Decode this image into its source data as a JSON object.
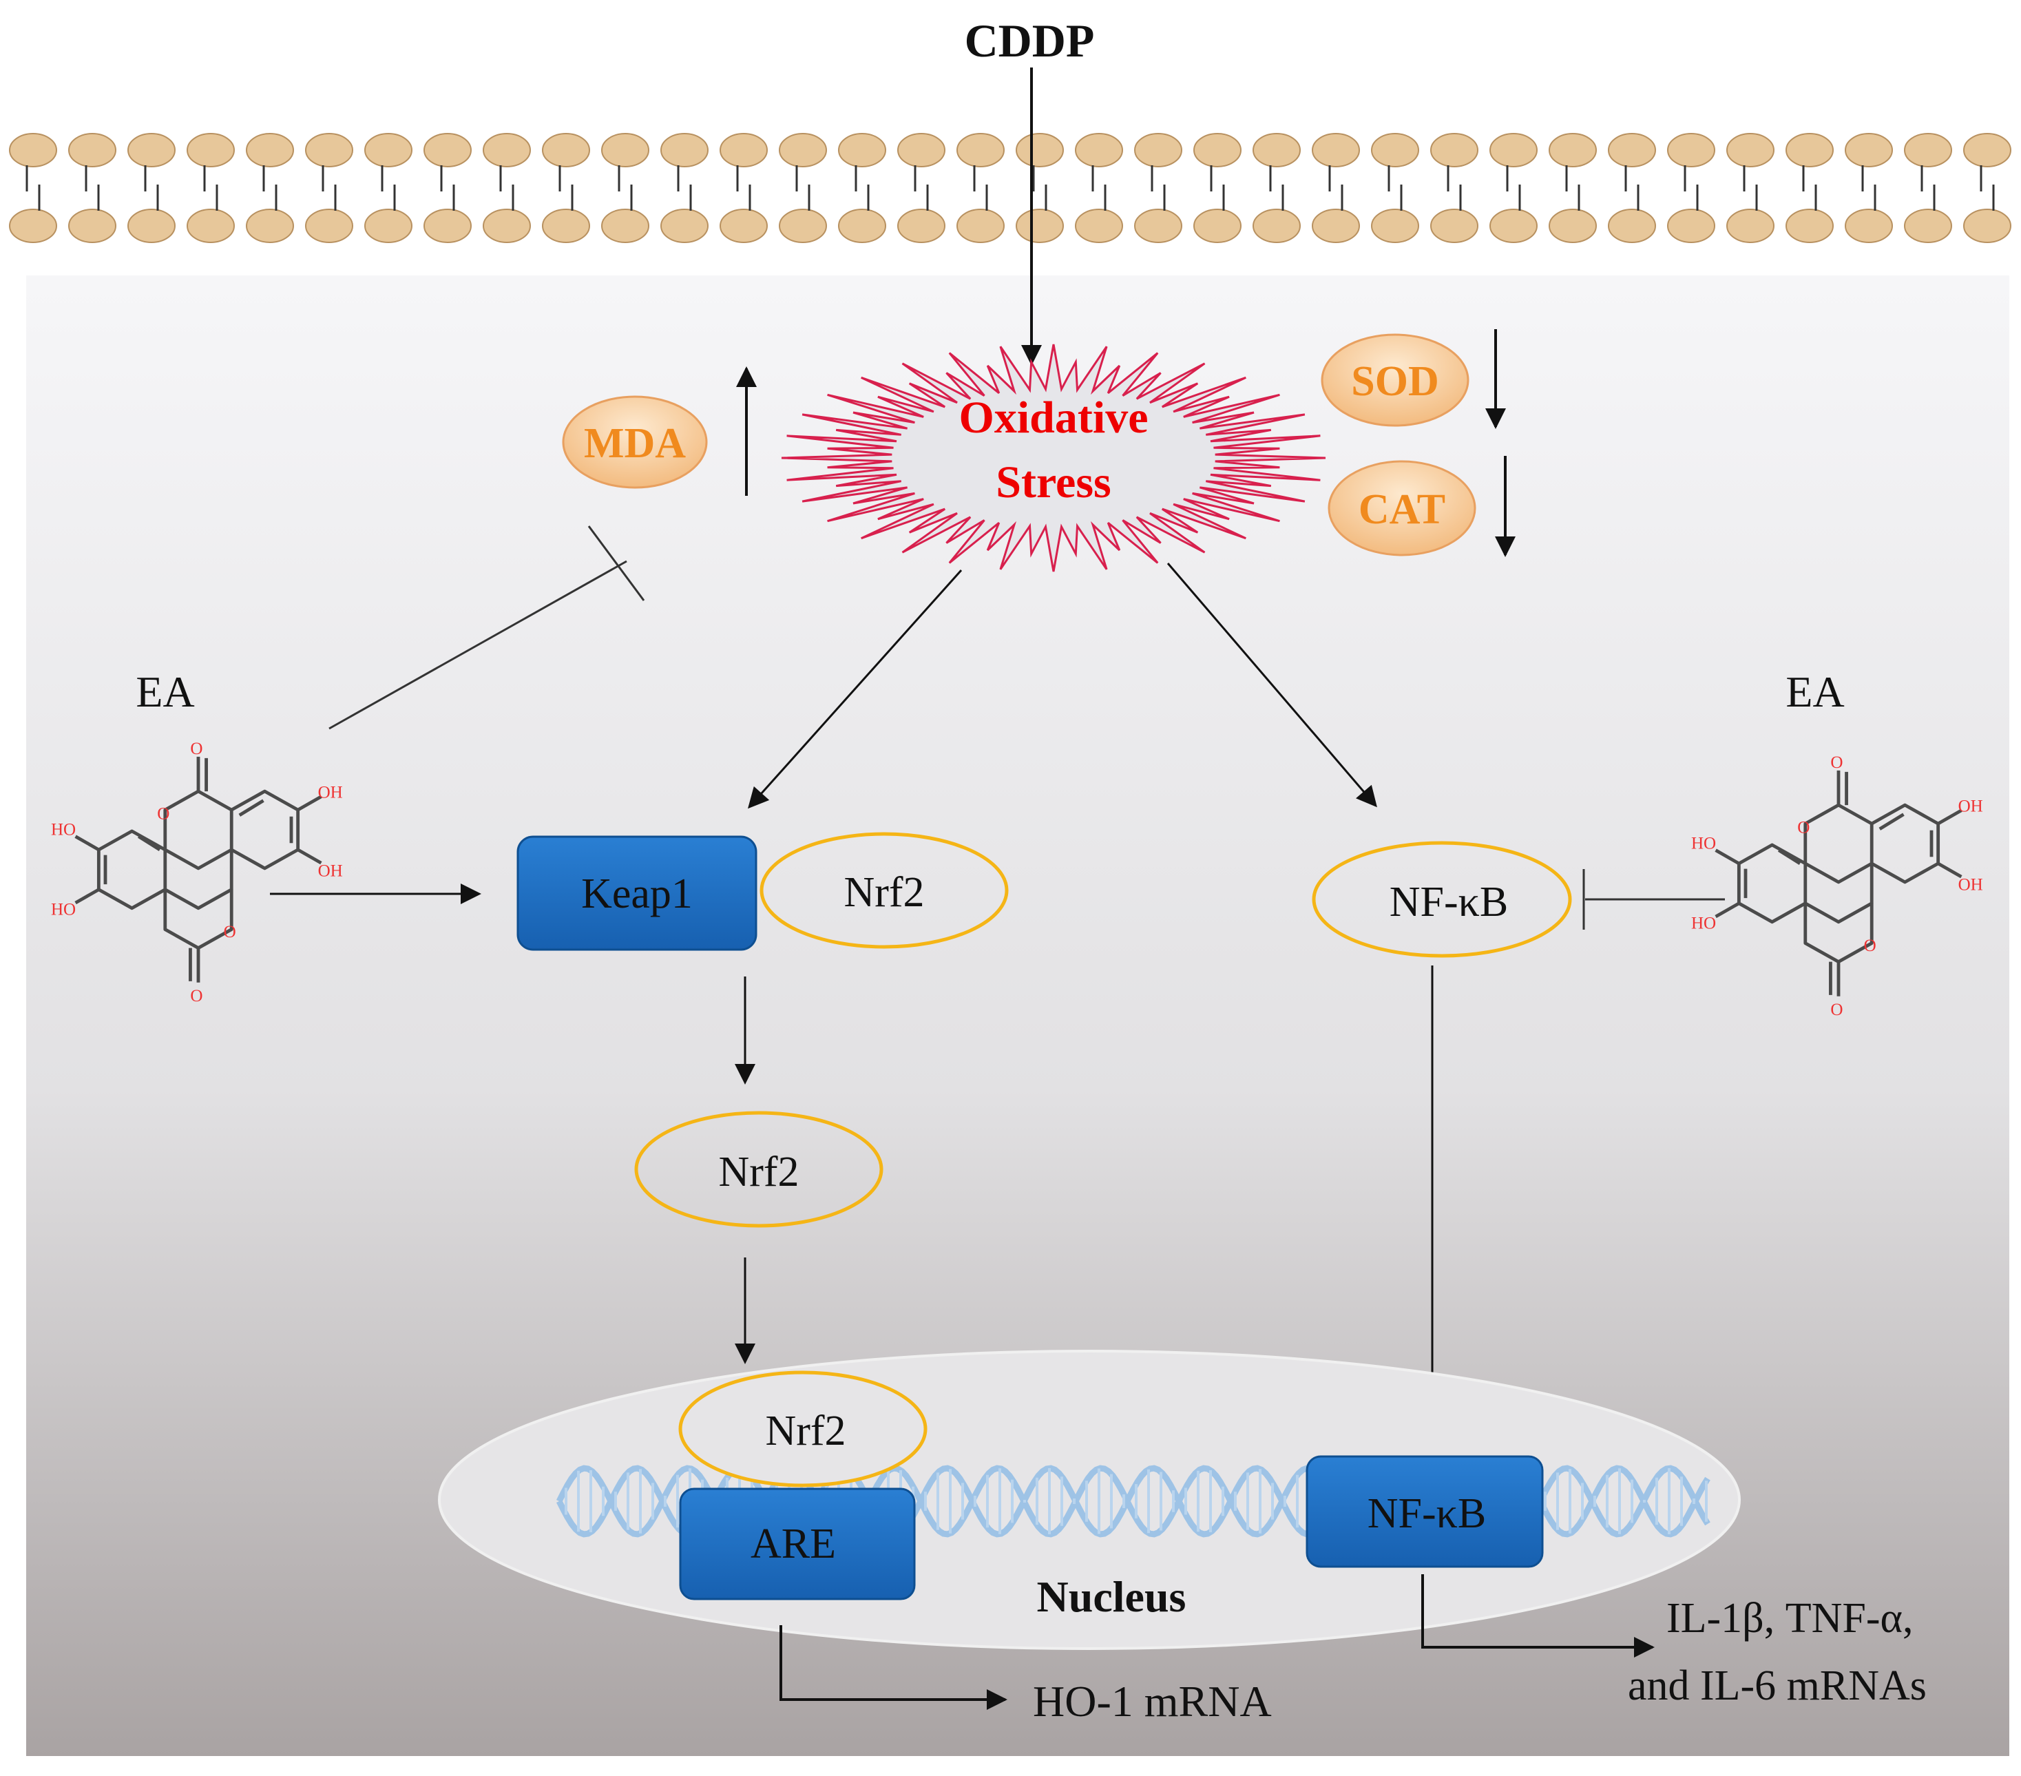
{
  "stimulus": "CDDP",
  "stress": {
    "line1": "Oxidative",
    "line2": "Stress"
  },
  "markers": {
    "mda": "MDA",
    "sod": "SOD",
    "cat": "CAT"
  },
  "compound_left": "EA",
  "compound_right": "EA",
  "nodes": {
    "keap1": "Keap1",
    "nrf2_complex": "Nrf2",
    "nrf2_free": "Nrf2",
    "nrf2_nuclear": "Nrf2",
    "are": "ARE",
    "nfkb_cyto": "NF-κB",
    "nfkb_nuclear": "NF-κB",
    "nucleus": "Nucleus"
  },
  "outputs": {
    "ho1": "HO-1 mRNA",
    "cytokines_line1": "IL-1β, TNF-α,",
    "cytokines_line2": "and IL-6 mRNAs"
  },
  "colors": {
    "lipid_head": "#e7c79a",
    "lipid_stroke": "#b89160",
    "box_blue": "#1a6fc4",
    "ellipse_stroke": "#f5b516",
    "stress_red": "#ee0000",
    "marker_text": "#f08a1e",
    "marker_fill": "#fbd3a2"
  },
  "structure_atoms": {
    "hydroxyl": "HO",
    "oxygen": "O",
    "hydroxyl_r": "OH"
  }
}
